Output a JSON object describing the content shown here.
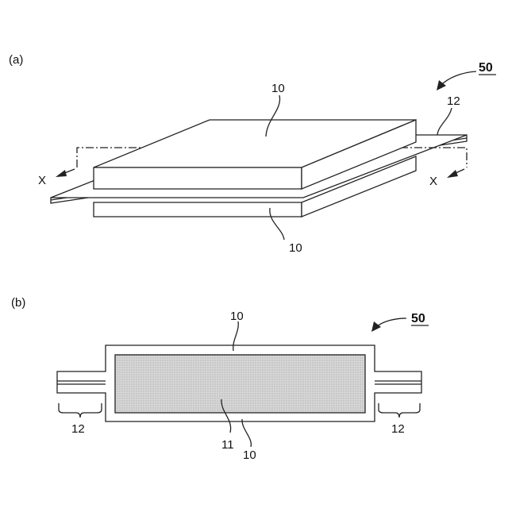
{
  "panel_a": {
    "tag": "(a)",
    "ref_assembly": "50",
    "ref_top_plate": "10",
    "ref_bottom_plate": "10",
    "ref_film": "12",
    "section_left": "X",
    "section_right": "X"
  },
  "panel_b": {
    "tag": "(b)",
    "ref_assembly": "50",
    "ref_top_plate": "10",
    "ref_core": "11",
    "ref_bottom_plate": "10",
    "ref_left_film": "12",
    "ref_right_film": "12"
  }
}
